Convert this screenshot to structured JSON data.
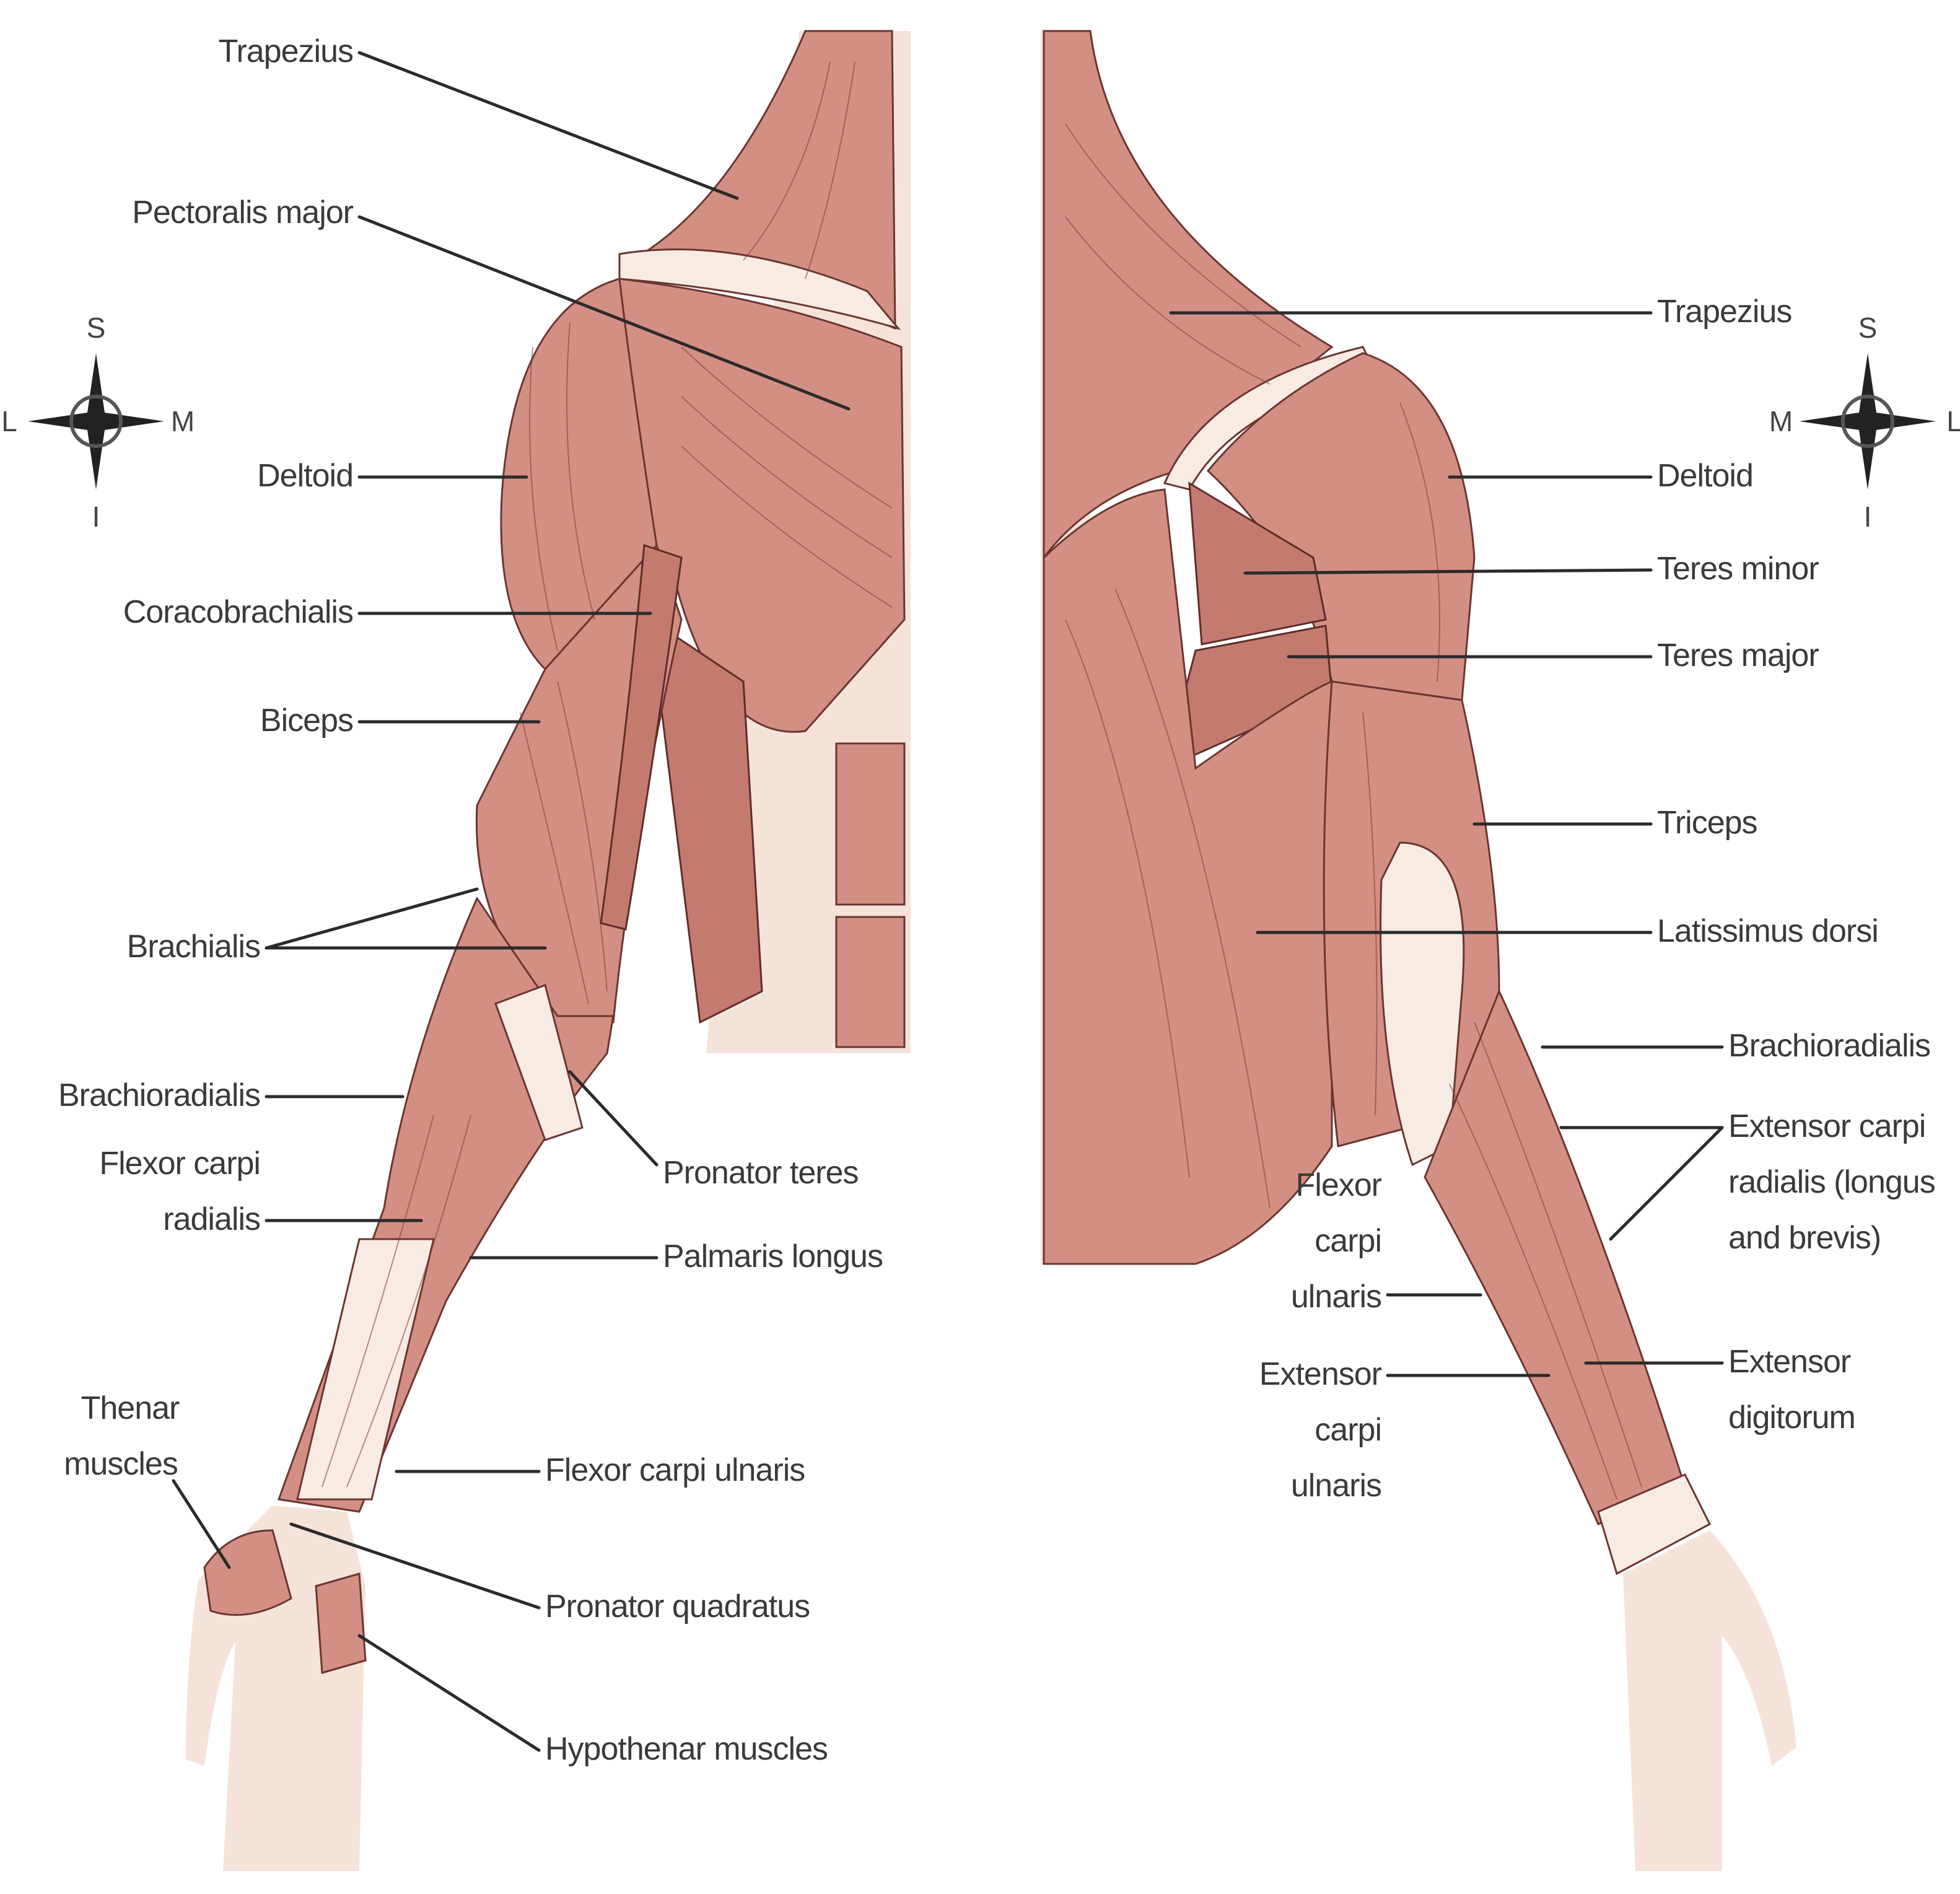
{
  "compass_left": {
    "top": "S",
    "left": "L",
    "right": "M",
    "bottom": "I"
  },
  "compass_right": {
    "top": "S",
    "left": "M",
    "right": "L",
    "bottom": "I"
  },
  "anterior_labels": {
    "trapezius": "Trapezius",
    "pectoralis_major": "Pectoralis major",
    "deltoid": "Deltoid",
    "coracobrachialis": "Coracobrachialis",
    "biceps": "Biceps",
    "brachialis": "Brachialis",
    "brachioradialis": "Brachioradialis",
    "flexor_carpi_radialis": [
      "Flexor carpi",
      "radialis"
    ],
    "pronator_teres": "Pronator teres",
    "palmaris_longus": "Palmaris longus",
    "thenar_muscles": [
      "Thenar",
      "muscles"
    ],
    "flexor_carpi_ulnaris": "Flexor carpi ulnaris",
    "pronator_quadratus": "Pronator quadratus",
    "hypothenar_muscles": "Hypothenar muscles"
  },
  "posterior_labels": {
    "trapezius": "Trapezius",
    "deltoid": "Deltoid",
    "teres_minor": "Teres minor",
    "teres_major": "Teres major",
    "triceps": "Triceps",
    "latissimus_dorsi": "Latissimus dorsi",
    "brachioradialis": "Brachioradialis",
    "extensor_carpi_radialis": [
      "Extensor carpi",
      "radialis (longus",
      "and brevis)"
    ],
    "flexor_carpi_ulnaris": [
      "Flexor",
      "carpi",
      "ulnaris"
    ],
    "extensor_carpi_ulnaris": [
      "Extensor",
      "carpi",
      "ulnaris"
    ],
    "extensor_digitorum": [
      "Extensor",
      "digitorum"
    ]
  }
}
